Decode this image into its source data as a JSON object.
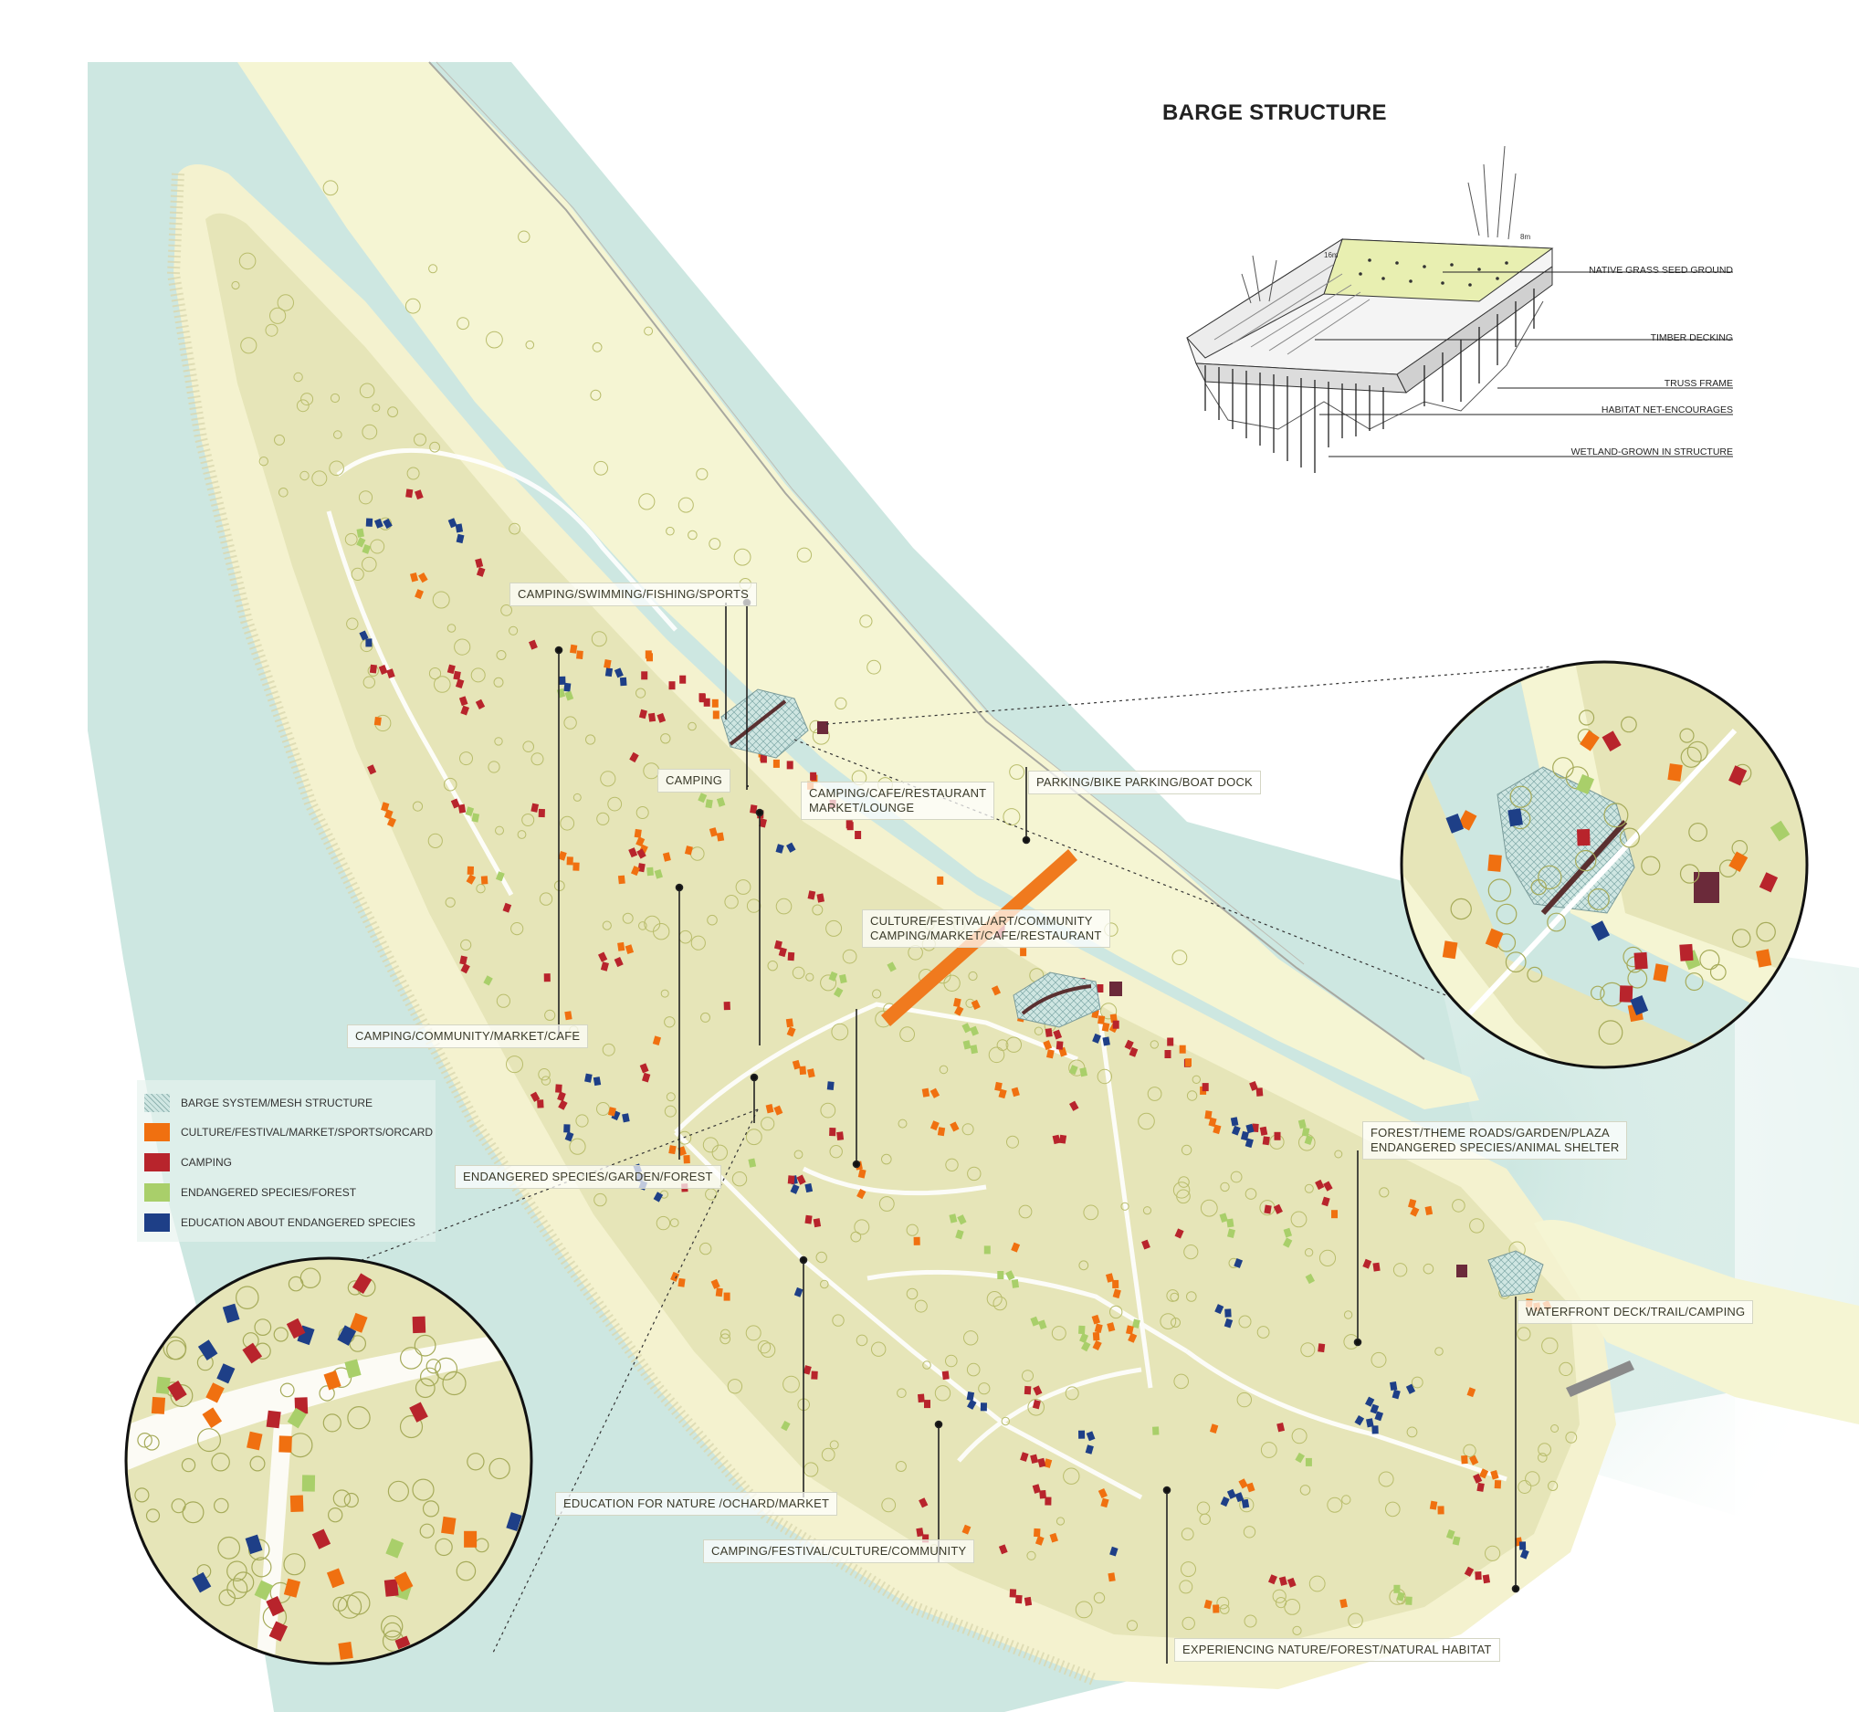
{
  "barge": {
    "title": "BARGE STRUCTURE",
    "labels": [
      "NATIVE GRASS SEED GROUND",
      "TIMBER DECKING",
      "TRUSS FRAME",
      "HABITAT NET-ENCOURAGES",
      "WETLAND-GROWN IN STRUCTURE"
    ],
    "dims": [
      "16m",
      "8m"
    ]
  },
  "zones": [
    {
      "lines": [
        "CAMPING/SWIMMING/FISHING/SPORTS"
      ]
    },
    {
      "lines": [
        "CAMPING"
      ]
    },
    {
      "lines": [
        "CAMPING/CAFE/RESTAURANT",
        "MARKET/LOUNGE"
      ]
    },
    {
      "lines": [
        "PARKING/BIKE PARKING/BOAT DOCK"
      ]
    },
    {
      "lines": [
        "CULTURE/FESTIVAL/ART/COMMUNITY",
        "CAMPING/MARKET/CAFE/RESTAURANT"
      ]
    },
    {
      "lines": [
        "CAMPING/COMMUNITY/MARKET/CAFE"
      ]
    },
    {
      "lines": [
        "ENDANGERED SPECIES/GARDEN/FOREST"
      ]
    },
    {
      "lines": [
        "FOREST/THEME ROADS/GARDEN/PLAZA",
        "ENDANGERED SPECIES/ANIMAL SHELTER"
      ]
    },
    {
      "lines": [
        "WATERFRONT DECK/TRAIL/CAMPING"
      ]
    },
    {
      "lines": [
        "EDUCATION FOR NATURE /OCHARD/MARKET"
      ]
    },
    {
      "lines": [
        "CAMPING/FESTIVAL/CULTURE/COMMUNITY"
      ]
    },
    {
      "lines": [
        "EXPERIENCING NATURE/FOREST/NATURAL HABITAT"
      ]
    }
  ],
  "legend": [
    {
      "label": "BARGE SYSTEM/MESH STRUCTURE",
      "color": "#cfe6e2",
      "pattern": "mesh"
    },
    {
      "label": "CULTURE/FESTIVAL/MARKET/SPORTS/ORCARD",
      "color": "#f07010"
    },
    {
      "label": "CAMPING",
      "color": "#b8242c"
    },
    {
      "label": "ENDANGERED SPECIES/FOREST",
      "color": "#a9cf6a"
    },
    {
      "label": "EDUCATION ABOUT ENDANGERED SPECIES",
      "color": "#1e3f87"
    }
  ],
  "colors": {
    "water": "#cde7e1",
    "bank": "#f5f5d3",
    "island": "#e6e5b8",
    "tree": "#b9bd6c",
    "bridge": "#f07a1e",
    "building_dark": "#6b2a3a"
  }
}
